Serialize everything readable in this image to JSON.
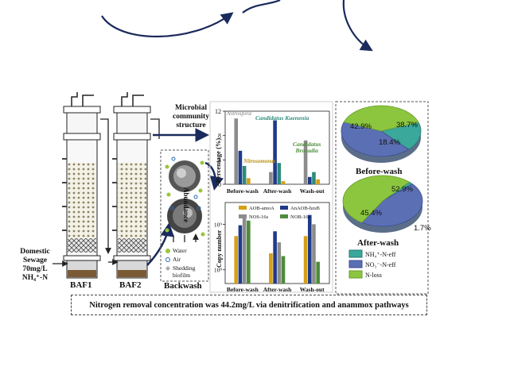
{
  "colors": {
    "navy": "#1a2a5c",
    "teal": "#2e8b7a",
    "green": "#4c8c3a",
    "blue_chart": "#1f3a8a",
    "orange": "#d4a017",
    "gray": "#8c8c8c",
    "pie_teal": "#3aa89a",
    "pie_blue": "#5b6fb4",
    "pie_green": "#8cc63f"
  },
  "reactors": {
    "baf1_label": "BAF1",
    "baf2_label": "BAF2",
    "influent_line1": "Domestic",
    "influent_line2": "Sewage",
    "influent_line3": "70mg/L",
    "influent_line4": "NH₄⁺-N"
  },
  "arrows": {
    "microbial_line1": "Microbial",
    "microbial_line2": "community",
    "microbial_line3": "structure",
    "abundance_label": "Abundance"
  },
  "backwash": {
    "title": "Backwash",
    "legend_water": "Water",
    "legend_air": "Air",
    "legend_shedding_line1": "Shedding",
    "legend_shedding_line2": "biofilm"
  },
  "top_chart": {
    "ylabel": "Percentage (%)",
    "yticks": [
      "0",
      "4",
      "8",
      "12"
    ],
    "categories": [
      "Before-wash",
      "After-wash",
      "Wash-out"
    ],
    "annotations": {
      "nitrospira": "Nitrospira",
      "kuenenia": "Candidatus Kuenenia",
      "brocadia_line1": "Candidatus",
      "brocadia_line2": "Brocadia",
      "nitrosomonas": "Nitrosomonas"
    }
  },
  "bottom_chart": {
    "ylabel": "Copy number",
    "yticks": [
      "10⁸",
      "10⁹"
    ],
    "categories": [
      "Before-wash",
      "After-wash",
      "Wash-out"
    ],
    "legend": [
      "AOB-amoA",
      "AnAOB-hzsB",
      "NOS-16s",
      "NOB-16s"
    ]
  },
  "chart_data": [
    {
      "type": "bar",
      "ylabel": "Percentage (%)",
      "ylim": [
        0,
        12
      ],
      "categories": [
        "Before-wash",
        "After-wash",
        "Wash-out"
      ],
      "series": [
        {
          "name": "Nitrospira",
          "values": [
            10.8,
            2.0,
            7.2
          ],
          "color": "#8c8c8c"
        },
        {
          "name": "Candidatus Kuenenia",
          "values": [
            5.5,
            10.5,
            1.2
          ],
          "color": "#1f3a8a"
        },
        {
          "name": "Candidatus Brocadia",
          "values": [
            3.0,
            3.5,
            2.0
          ],
          "color": "#2e8b7a"
        },
        {
          "name": "Nitrosomonas",
          "values": [
            1.0,
            0.5,
            0.8
          ],
          "color": "#d4a017"
        }
      ]
    },
    {
      "type": "bar",
      "ylabel": "Copy number",
      "categories": [
        "Before-wash",
        "After-wash",
        "Wash-out"
      ],
      "series": [
        {
          "name": "AOB-amoA",
          "values": [
            550000000.0,
            230000000.0,
            550000000.0
          ],
          "color": "#d4a017"
        },
        {
          "name": "AnAOB-hzsB",
          "values": [
            950000000.0,
            700000000.0,
            1600000000.0
          ],
          "color": "#1f3a8a"
        },
        {
          "name": "NOS-16s",
          "values": [
            1400000000.0,
            400000000.0,
            1000000000.0
          ],
          "color": "#8c8c8c"
        },
        {
          "name": "NOB-16s",
          "values": [
            1200000000.0,
            200000000.0,
            150000000.0
          ],
          "color": "#4c8c3a"
        }
      ]
    },
    {
      "type": "pie",
      "title": "Before-wash",
      "labels": [
        "NH₄⁺-N-eff",
        "NO₃⁻-N-eff",
        "N-loss"
      ],
      "values": [
        18.4,
        42.9,
        38.7
      ],
      "label_text": [
        "18.4%",
        "42.9%",
        "38.7%"
      ]
    },
    {
      "type": "pie",
      "title": "After-wash",
      "labels": [
        "NH₄⁺-N-eff",
        "NO₃⁻-N-eff",
        "N-loss"
      ],
      "values": [
        1.7,
        45.4,
        52.9
      ],
      "label_text": [
        "1.7%",
        "45.4%",
        "52.9%"
      ]
    }
  ],
  "pies": {
    "before_title": "Before-wash",
    "after_title": "After-wash",
    "legend": [
      "NH₄⁺-N-eff",
      "NO₃⁻-N-eff",
      "N-loss"
    ]
  },
  "footer": {
    "text": "Nitrogen removal concentration was 44.2mg/L via denitrification and anammox pathways"
  }
}
